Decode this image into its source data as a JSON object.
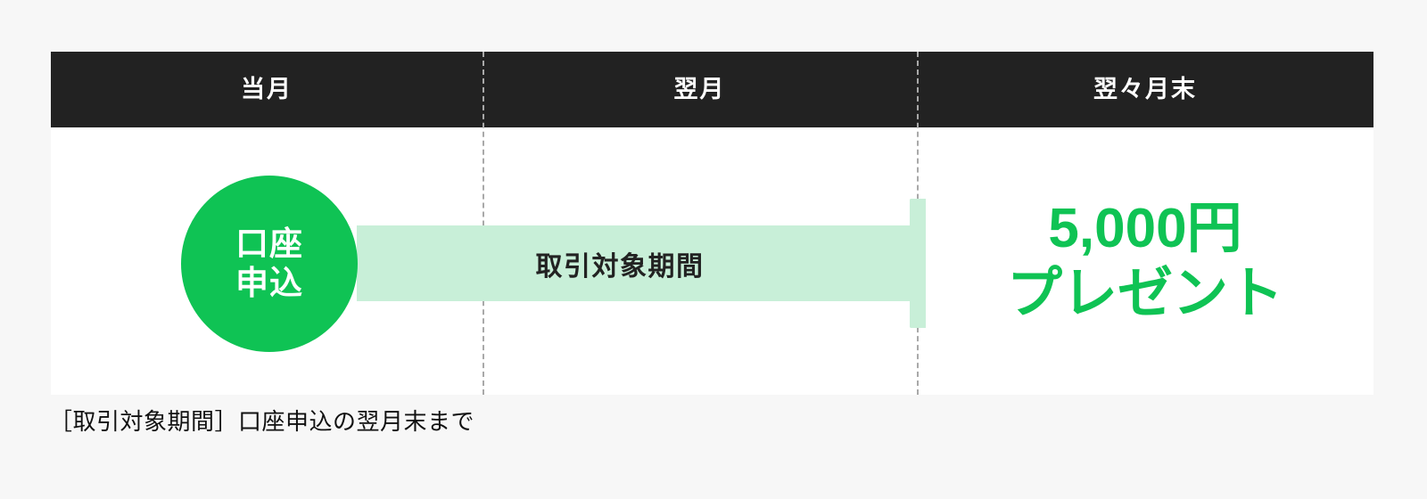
{
  "colors": {
    "page_background": "#f7f7f7",
    "header_background": "#222222",
    "header_text": "#ffffff",
    "panel_background": "#ffffff",
    "brand_green": "#0fc354",
    "arrow_fill": "#c8efd8",
    "divider": "#a9a9a9",
    "arrow_label_text": "#222222",
    "caption_text": "#111111"
  },
  "timeline": {
    "columns": [
      {
        "label": "当月"
      },
      {
        "label": "翌月"
      },
      {
        "label": "翌々月末"
      }
    ]
  },
  "milestone": {
    "line1": "口座",
    "line2": "申込"
  },
  "arrow": {
    "label": "取引対象期間",
    "icon": "right-arrow-icon"
  },
  "prize": {
    "line1": "5,000円",
    "line2": "プレゼント"
  },
  "caption": {
    "text": "［取引対象期間］口座申込の翌月末まで"
  }
}
